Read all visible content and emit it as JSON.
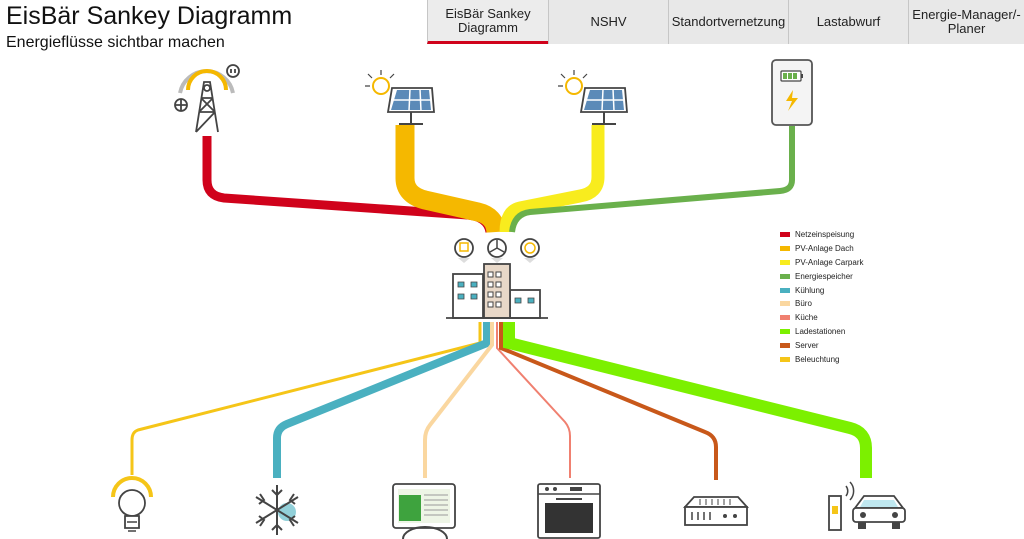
{
  "header": {
    "title": "EisBär Sankey Diagramm",
    "subtitle": "Energieflüsse sichtbar machen"
  },
  "tabs": [
    {
      "label": "EisBär Sankey\nDiagramm",
      "active": true
    },
    {
      "label": "NSHV",
      "active": false
    },
    {
      "label": "Standortvernetzung",
      "active": false
    },
    {
      "label": "Lastabwurf",
      "active": false
    },
    {
      "label": "Energie-Manager/-\nPlaner",
      "active": false
    }
  ],
  "legend": [
    {
      "label": "Netzeinspeisung",
      "color": "#d0021b"
    },
    {
      "label": "PV-Anlage Dach",
      "color": "#f5b800"
    },
    {
      "label": "PV-Anlage Carpark",
      "color": "#f8ec1e"
    },
    {
      "label": "Energiespeicher",
      "color": "#6ab04c"
    },
    {
      "label": "Kühlung",
      "color": "#4ab0c0"
    },
    {
      "label": "Büro",
      "color": "#fad7a0"
    },
    {
      "label": "Küche",
      "color": "#f08070"
    },
    {
      "label": "Ladestationen",
      "color": "#7cf000"
    },
    {
      "label": "Server",
      "color": "#c8581a"
    },
    {
      "label": "Beleuchtung",
      "color": "#f5c518"
    }
  ],
  "icons": {
    "sources": [
      "grid-tower-icon",
      "solar-panel-roof-icon",
      "solar-panel-carpark-icon",
      "battery-storage-icon"
    ],
    "center": [
      "building-icon",
      "plug-icon",
      "wind-turbine-icon",
      "power-meter-icon"
    ],
    "consumers": [
      "light-bulb-icon",
      "snowflake-icon",
      "office-computer-icon",
      "oven-icon",
      "server-icon",
      "charging-station-car-icon"
    ]
  }
}
